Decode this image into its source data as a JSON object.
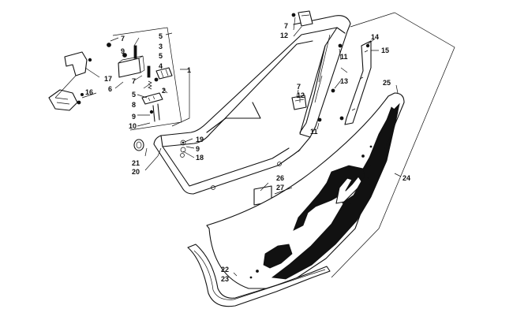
{
  "diagram": {
    "callouts": {
      "c1": "1",
      "c2": "2",
      "c3": "3",
      "c4": "4",
      "c5a": "5",
      "c5b": "5",
      "c5c": "5",
      "c6": "6",
      "c7a": "7",
      "c7b": "7",
      "c7c": "7",
      "c7d": "7",
      "c8": "8",
      "c9a": "9",
      "c9b": "9",
      "c9c": "9",
      "c10": "10",
      "c11a": "11",
      "c11b": "11",
      "c12a": "12",
      "c12b": "12",
      "c13": "13",
      "c14": "14",
      "c15": "15",
      "c16": "16",
      "c17": "17",
      "c18": "18",
      "c19": "19",
      "c20": "20",
      "c21": "21",
      "c22": "22",
      "c23": "23",
      "c24": "24",
      "c25": "25",
      "c26": "26",
      "c27": "27"
    }
  }
}
